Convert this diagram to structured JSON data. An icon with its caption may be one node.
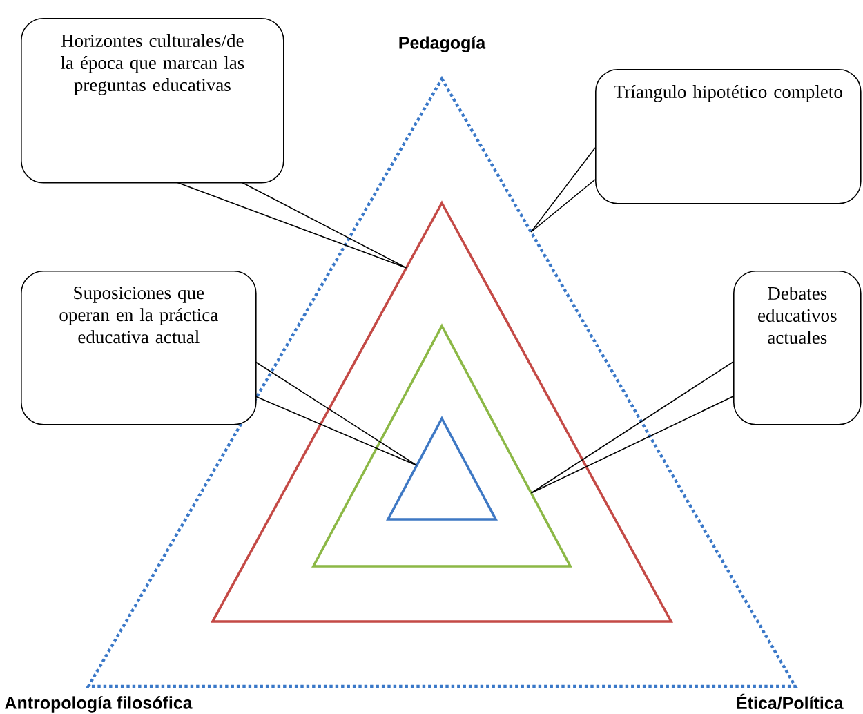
{
  "diagram": {
    "nodes": [
      {
        "text": [
          "Horizontes culturales/de la época que marcan las preguntas educativas"
        ]
      },
      {
        "text": [
          "Tríangulo hipotético completo"
        ]
      },
      {
        "text": [
          "Suposiciones que operan en la práctica educativa actual"
        ]
      },
      {
        "text": [
          "Debates educativos actuales"
        ]
      },
      {
        "text": [],
        "shape": "triangle"
      },
      {
        "text": [],
        "shape": "triangle",
        "in": 4
      },
      {
        "text": [],
        "shape": "triangle",
        "in": 5
      },
      {
        "text": [],
        "shape": "triangle",
        "in": 6
      }
    ],
    "edges": [
      {
        "from": 0,
        "to": 5,
        "arrow": "none"
      },
      {
        "from": 1,
        "to": 4,
        "arrow": "none"
      },
      {
        "from": 2,
        "to": 7,
        "arrow": "none"
      },
      {
        "from": 3,
        "to": 6,
        "arrow": "none"
      }
    ],
    "labels": [
      "Pedagogía",
      "Antropología filosófica",
      "Ética/Política"
    ]
  }
}
